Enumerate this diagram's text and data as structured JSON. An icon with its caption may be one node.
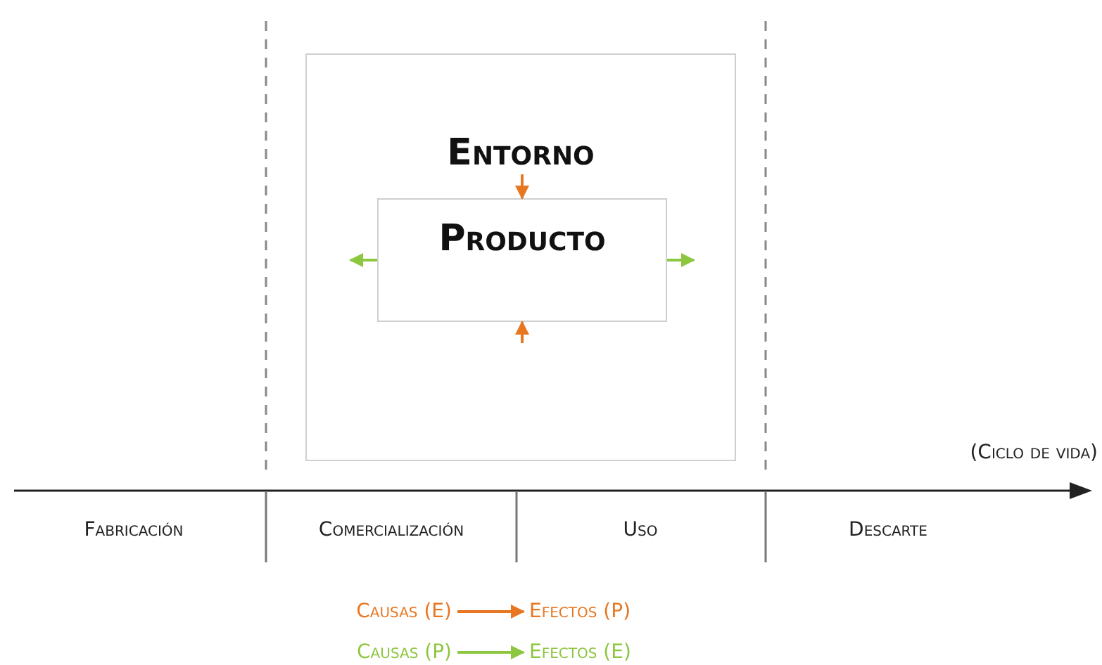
{
  "diagram": {
    "nodes": [
      {
        "text": [
          "Entorno"
        ]
      },
      {
        "text": [
          "Producto"
        ],
        "in": 0
      },
      {
        "text": [
          "Causas (E)"
        ]
      },
      {
        "text": [
          "Efectos (P)"
        ]
      },
      {
        "text": [
          "Causas (P)"
        ]
      },
      {
        "text": [
          "Efectos (E)"
        ]
      }
    ],
    "edges": [
      {
        "from": null,
        "to": 1,
        "arrow": "to",
        "color": "#e87722"
      },
      {
        "from": null,
        "to": 1,
        "arrow": "to",
        "color": "#e87722"
      },
      {
        "from": 1,
        "to": null,
        "arrow": "to",
        "color": "#8dc63f"
      },
      {
        "from": 1,
        "to": null,
        "arrow": "to",
        "color": "#8dc63f"
      },
      {
        "from": 2,
        "to": 3,
        "arrow": "to",
        "color": "#e87722"
      },
      {
        "from": 4,
        "to": 5,
        "arrow": "to",
        "color": "#8dc63f"
      }
    ],
    "labels": [
      "(Ciclo de vida)",
      "Fabricación",
      "Comercialización",
      "Uso",
      "Descarte"
    ]
  }
}
